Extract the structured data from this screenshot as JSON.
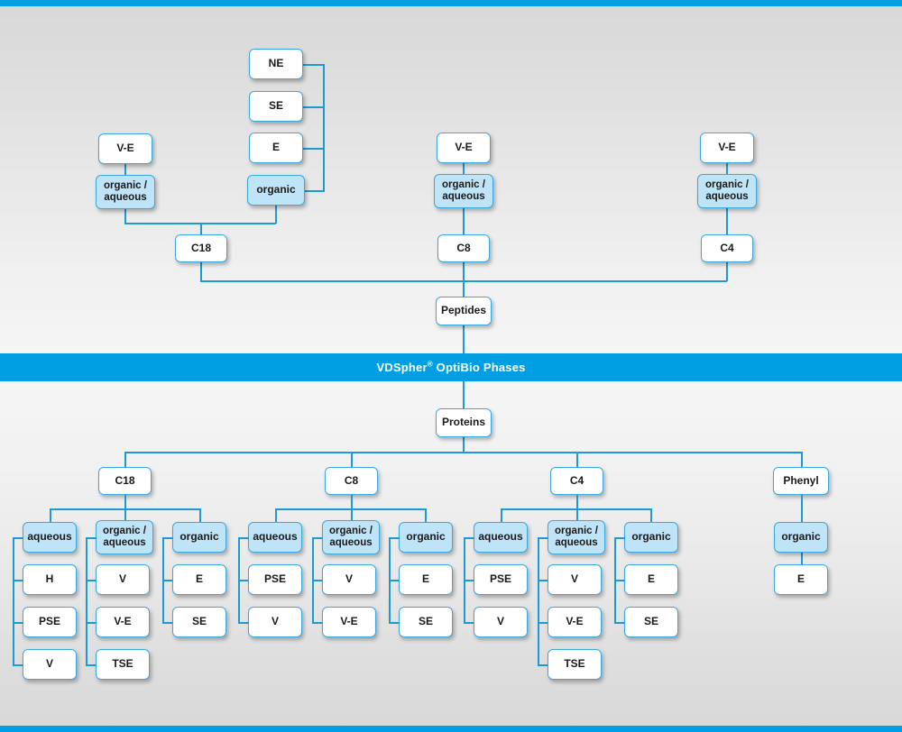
{
  "banner": {
    "brand": "VDSpher",
    "registered": "®",
    "suffix": " OptiBio Phases",
    "color": "#009fe3",
    "text_color": "#ffffff"
  },
  "theme": {
    "accent": "#009fe3",
    "line": "#1b9ad6",
    "node_border": "#3aa9df",
    "node_fill": "#ffffff",
    "node_fill_highlight": "#bfe3f7",
    "background_top": "#d8d8d8",
    "background_mid": "#f5f5f5"
  },
  "diagram": {
    "type": "flowchart",
    "roots": [
      "Peptides",
      "Proteins"
    ],
    "peptides": {
      "label": "Peptides",
      "columns": [
        {
          "phase": "C18",
          "modes": [
            {
              "label": "organic /\naqueous",
              "highlight": true,
              "parents": [
                "V-E"
              ]
            },
            {
              "label": "organic",
              "highlight": true,
              "parents": [
                "NE",
                "SE",
                "E"
              ]
            }
          ],
          "top_nodes": [
            "V-E",
            "NE",
            "SE",
            "E"
          ]
        },
        {
          "phase": "C8",
          "modes": [
            {
              "label": "organic /\naqueous",
              "highlight": true,
              "parents": [
                "V-E"
              ]
            }
          ],
          "top_nodes": [
            "V-E"
          ]
        },
        {
          "phase": "C4",
          "modes": [
            {
              "label": "organic /\naqueous",
              "highlight": true,
              "parents": [
                "V-E"
              ]
            }
          ],
          "top_nodes": [
            "V-E"
          ]
        }
      ]
    },
    "proteins": {
      "label": "Proteins",
      "columns": [
        {
          "phase": "C18",
          "groups": [
            {
              "label": "aqueous",
              "highlight": true,
              "children": [
                "H",
                "PSE",
                "V"
              ]
            },
            {
              "label": "organic /\naqueous",
              "highlight": true,
              "children": [
                "V",
                "V-E",
                "TSE"
              ]
            },
            {
              "label": "organic",
              "highlight": true,
              "children": [
                "E",
                "SE"
              ]
            }
          ]
        },
        {
          "phase": "C8",
          "groups": [
            {
              "label": "aqueous",
              "highlight": true,
              "children": [
                "PSE",
                "V"
              ]
            },
            {
              "label": "organic /\naqueous",
              "highlight": true,
              "children": [
                "V",
                "V-E"
              ]
            },
            {
              "label": "organic",
              "highlight": true,
              "children": [
                "E",
                "SE"
              ]
            }
          ]
        },
        {
          "phase": "C4",
          "groups": [
            {
              "label": "aqueous",
              "highlight": true,
              "children": [
                "PSE",
                "V"
              ]
            },
            {
              "label": "organic /\naqueous",
              "highlight": true,
              "children": [
                "V",
                "V-E",
                "TSE"
              ]
            },
            {
              "label": "organic",
              "highlight": true,
              "children": [
                "E",
                "SE"
              ]
            }
          ]
        },
        {
          "phase": "Phenyl",
          "groups": [
            {
              "label": "organic",
              "highlight": true,
              "children": [
                "E"
              ]
            }
          ]
        }
      ]
    }
  },
  "nodes": {
    "top_c18_ve": "V-E",
    "top_c18_orgaq": "organic /\naqueous",
    "top_c18_ne": "NE",
    "top_c18_se": "SE",
    "top_c18_e": "E",
    "top_c18_org": "organic",
    "top_c18": "C18",
    "top_c8_ve": "V-E",
    "top_c8_orgaq": "organic /\naqueous",
    "top_c8": "C8",
    "top_c4_ve": "V-E",
    "top_c4_orgaq": "organic /\naqueous",
    "top_c4": "C4",
    "peptides": "Peptides",
    "proteins": "Proteins",
    "p_c18": "C18",
    "p_c18_aqueous": "aqueous",
    "p_c18_aq_1": "H",
    "p_c18_aq_2": "PSE",
    "p_c18_aq_3": "V",
    "p_c18_orgaq": "organic /\naqueous",
    "p_c18_oa_1": "V",
    "p_c18_oa_2": "V-E",
    "p_c18_oa_3": "TSE",
    "p_c18_org": "organic",
    "p_c18_o_1": "E",
    "p_c18_o_2": "SE",
    "p_c8": "C8",
    "p_c8_aqueous": "aqueous",
    "p_c8_aq_1": "PSE",
    "p_c8_aq_2": "V",
    "p_c8_orgaq": "organic /\naqueous",
    "p_c8_oa_1": "V",
    "p_c8_oa_2": "V-E",
    "p_c8_org": "organic",
    "p_c8_o_1": "E",
    "p_c8_o_2": "SE",
    "p_c4": "C4",
    "p_c4_aqueous": "aqueous",
    "p_c4_aq_1": "PSE",
    "p_c4_aq_2": "V",
    "p_c4_orgaq": "organic /\naqueous",
    "p_c4_oa_1": "V",
    "p_c4_oa_2": "V-E",
    "p_c4_oa_3": "TSE",
    "p_c4_org": "organic",
    "p_c4_o_1": "E",
    "p_c4_o_2": "SE",
    "p_phenyl": "Phenyl",
    "p_phenyl_org": "organic",
    "p_phenyl_o_1": "E"
  }
}
